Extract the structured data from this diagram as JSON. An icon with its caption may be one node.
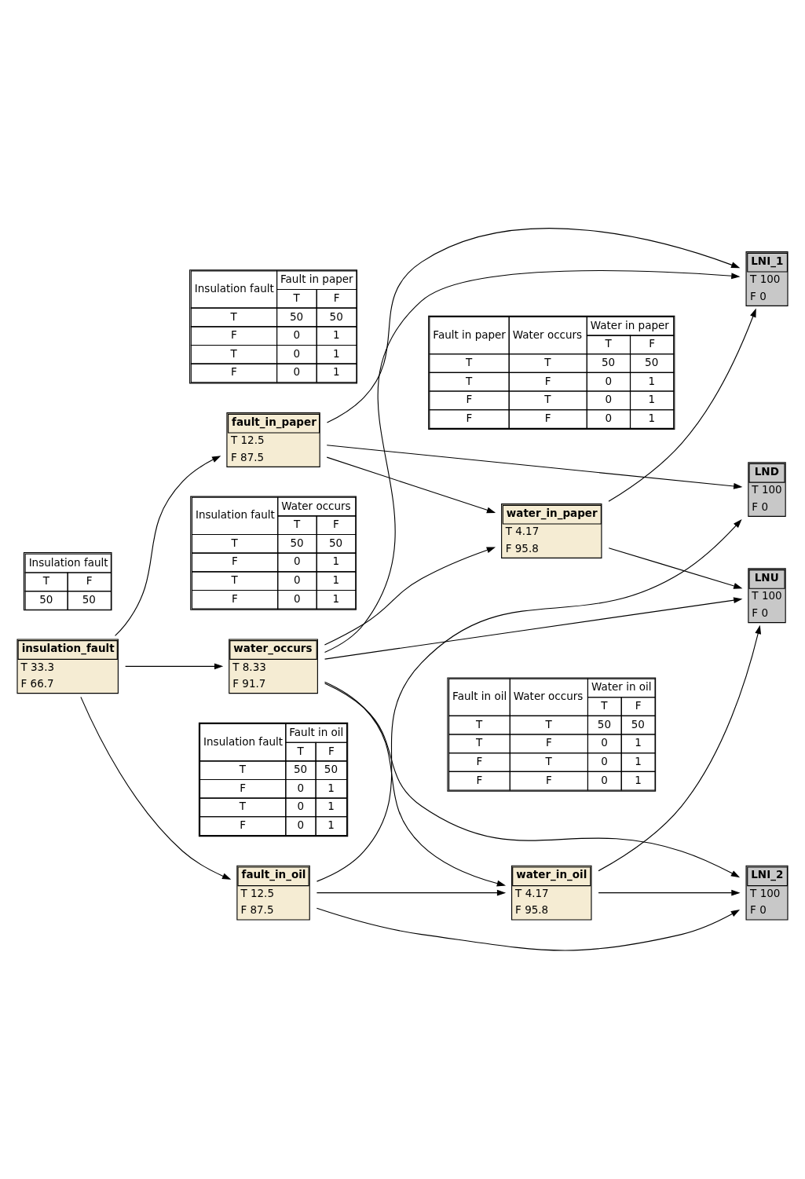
{
  "diagram": {
    "nodes": [
      {
        "text": [
          "insulation_fault",
          "T 33.3",
          "F 66.7"
        ]
      },
      {
        "text": [
          "fault_in_oil",
          "T 12.5",
          "F 87.5"
        ]
      },
      {
        "text": [
          "water_occurs",
          "T 8.33",
          "F 91.7"
        ]
      },
      {
        "text": [
          "fault_in_paper",
          "T 12.5",
          "F 87.5"
        ]
      },
      {
        "text": [
          "water_in_oil",
          "T 4.17",
          "F 95.8"
        ]
      },
      {
        "text": [
          "LNU",
          "T 100",
          "F 0"
        ]
      },
      {
        "text": [
          "water_in_paper",
          "T 4.17",
          "F 95.8"
        ]
      },
      {
        "text": [
          "LNI_2",
          "T 100",
          "F 0"
        ]
      },
      {
        "text": [
          "LND",
          "T 100",
          "F 0"
        ]
      },
      {
        "text": [
          "LNI_1",
          "T 100",
          "F 0"
        ]
      }
    ],
    "edges": [
      {
        "from": 0,
        "to": 1,
        "arrow": "to"
      },
      {
        "from": 0,
        "to": 2,
        "arrow": "to"
      },
      {
        "from": 0,
        "to": 3,
        "arrow": "to"
      },
      {
        "from": 1,
        "to": 4,
        "arrow": "to"
      },
      {
        "from": 1,
        "to": 7,
        "arrow": "to"
      },
      {
        "from": 1,
        "to": 8,
        "arrow": "to"
      },
      {
        "from": 2,
        "to": 4,
        "arrow": "to"
      },
      {
        "from": 2,
        "to": 5,
        "arrow": "to"
      },
      {
        "from": 2,
        "to": 7,
        "arrow": "to"
      },
      {
        "from": 2,
        "to": 9,
        "arrow": "to"
      },
      {
        "from": 2,
        "to": 6,
        "arrow": "to"
      },
      {
        "from": 3,
        "to": 6,
        "arrow": "to"
      },
      {
        "from": 3,
        "to": 9,
        "arrow": "to"
      },
      {
        "from": 3,
        "to": 8,
        "arrow": "to"
      },
      {
        "from": 4,
        "to": 5,
        "arrow": "to"
      },
      {
        "from": 4,
        "to": 7,
        "arrow": "to"
      },
      {
        "from": 6,
        "to": 5,
        "arrow": "to"
      },
      {
        "from": 6,
        "to": 9,
        "arrow": "to"
      }
    ],
    "labels": [
      "Insulation fault",
      "T",
      "F",
      "50",
      "50",
      "Insulation fault",
      "Fault in oil",
      "T",
      "F",
      "T",
      "50",
      "50",
      "F",
      "0",
      "1",
      "T",
      "0",
      "1",
      "F",
      "0",
      "1",
      "Fault in oil",
      "Water occurs",
      "Water in oil",
      "T",
      "F",
      "T",
      "T",
      "50",
      "50",
      "T",
      "F",
      "0",
      "1",
      "F",
      "T",
      "0",
      "1",
      "F",
      "F",
      "0",
      "1",
      "Insulation fault",
      "Water occurs",
      "T",
      "F",
      "T",
      "50",
      "50",
      "F",
      "0",
      "1",
      "T",
      "0",
      "1",
      "F",
      "0",
      "1",
      "Insulation fault",
      "Fault in paper",
      "T",
      "F",
      "T",
      "50",
      "50",
      "F",
      "0",
      "1",
      "T",
      "0",
      "1",
      "F",
      "0",
      "1",
      "Fault in paper",
      "Water occurs",
      "Water in paper",
      "T",
      "F",
      "T",
      "T",
      "50",
      "50",
      "T",
      "F",
      "0",
      "1",
      "F",
      "T",
      "0",
      "1",
      "F",
      "F",
      "0",
      "1"
    ]
  }
}
